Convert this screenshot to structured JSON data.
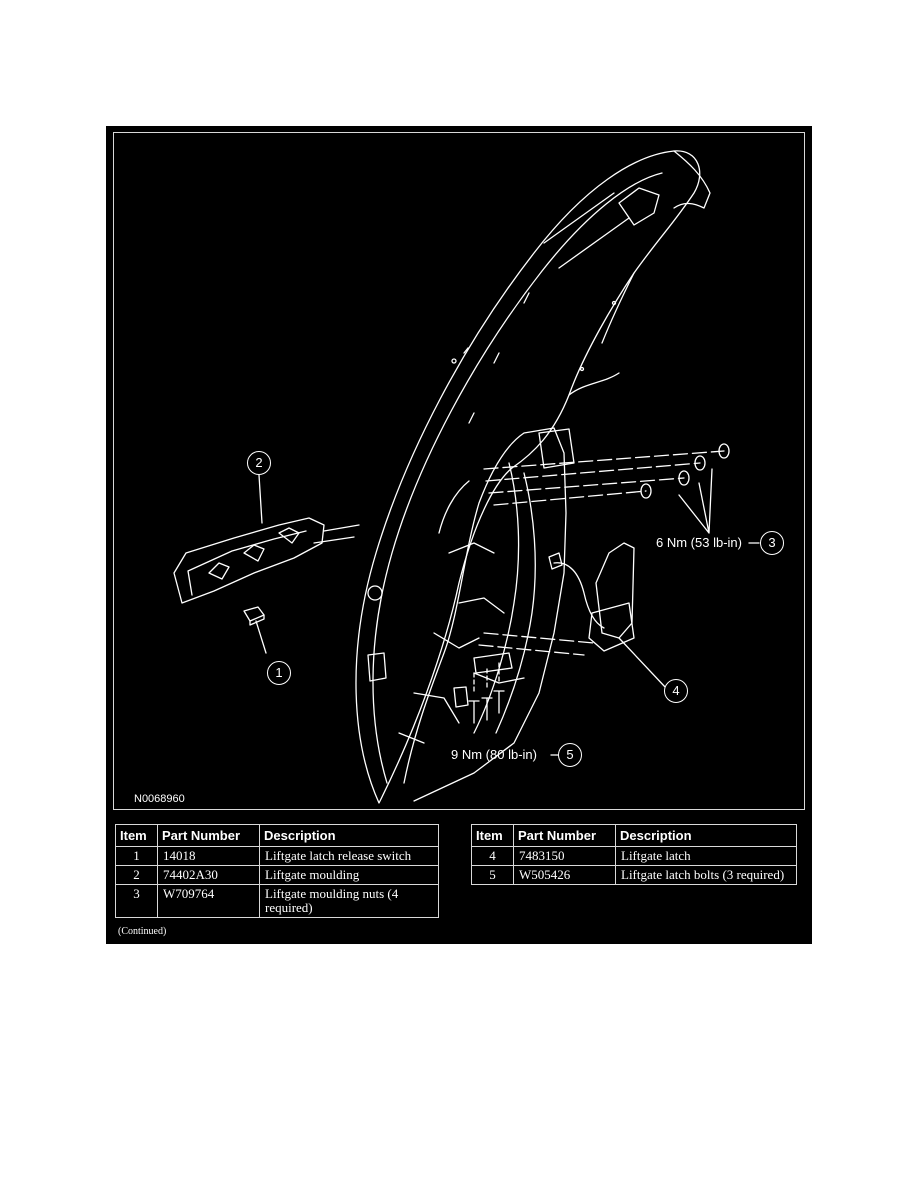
{
  "figure": {
    "drawing_id": "N0068960",
    "callouts": [
      {
        "item": "1"
      },
      {
        "item": "2"
      },
      {
        "item": "3",
        "torque": "6 Nm (53 lb-in)"
      },
      {
        "item": "4"
      },
      {
        "item": "5",
        "torque": "9 Nm (80 lb-in)"
      }
    ]
  },
  "tables": {
    "headers": {
      "item": "Item",
      "part_number": "Part Number",
      "description": "Description"
    },
    "left": [
      {
        "item": "1",
        "part_number": "14018",
        "description": "Liftgate latch release switch"
      },
      {
        "item": "2",
        "part_number": "74402A30",
        "description": "Liftgate moulding"
      },
      {
        "item": "3",
        "part_number": "W709764",
        "description": "Liftgate moulding nuts (4 required)"
      }
    ],
    "right": [
      {
        "item": "4",
        "part_number": "7483150",
        "description": "Liftgate latch"
      },
      {
        "item": "5",
        "part_number": "W505426",
        "description": "Liftgate latch bolts (3 required)"
      }
    ],
    "continued": "(Continued)"
  }
}
